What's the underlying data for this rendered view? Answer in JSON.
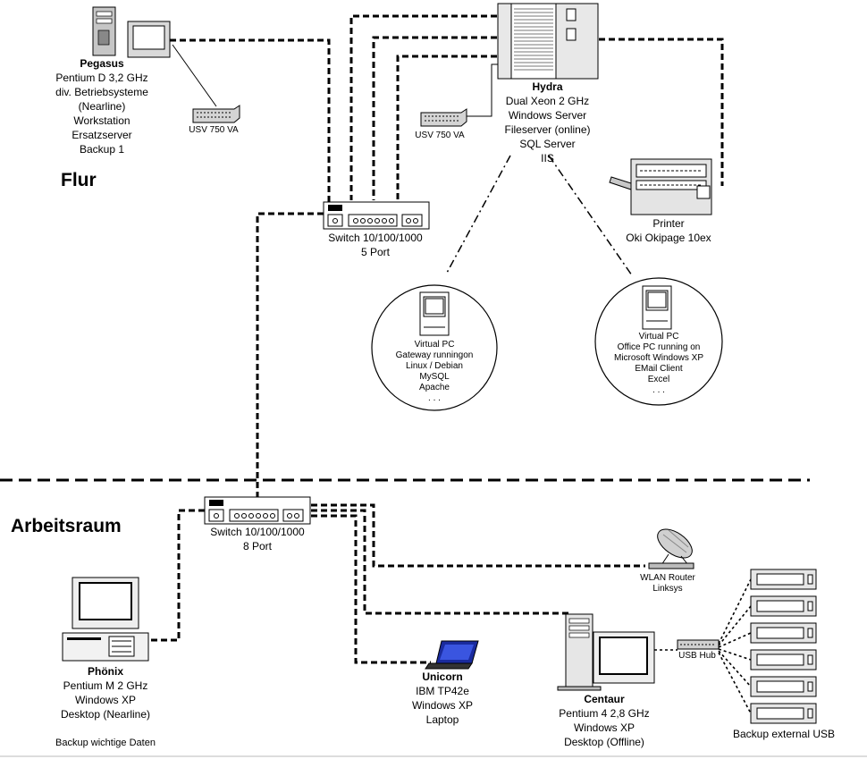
{
  "rooms": {
    "upper": "Flur",
    "lower": "Arbeitsraum"
  },
  "nodes": {
    "pegasus": {
      "name": "Pegasus",
      "lines": [
        "Pentium D 3,2 GHz",
        "div. Betriebsysteme",
        "(Nearline)",
        "Workstation",
        "Ersatzserver",
        "Backup 1"
      ]
    },
    "usv1": {
      "label": "USV 750 VA"
    },
    "usv2": {
      "label": "USV 750 VA"
    },
    "hydra": {
      "name": "Hydra",
      "lines": [
        "Dual Xeon 2  GHz",
        "Windows Server",
        "Fileserver (online)",
        "SQL Server",
        "IIS"
      ]
    },
    "printer": {
      "lines": [
        "Printer",
        "Oki Okipage 10ex"
      ]
    },
    "switch1": {
      "lines": [
        "Switch 10/100/1000",
        "5 Port"
      ]
    },
    "switch2": {
      "lines": [
        "Switch 10/100/1000",
        "8 Port"
      ]
    },
    "vpc1": {
      "lines": [
        "Virtual PC",
        "Gateway runningon",
        "Linux / Debian",
        "MySQL",
        "Apache",
        ". . ."
      ]
    },
    "vpc2": {
      "lines": [
        "Virtual PC",
        "Office PC running on",
        "Microsoft Windows XP",
        "EMail Client",
        "Excel",
        ". . ."
      ]
    },
    "wlan": {
      "lines": [
        "WLAN Router",
        "Linksys"
      ]
    },
    "phoenix": {
      "name": "Phönix",
      "lines": [
        "Pentium M 2 GHz",
        "Windows XP",
        "Desktop (Nearline)"
      ]
    },
    "backup_note": "Backup wichtige Daten",
    "unicorn": {
      "name": "Unicorn",
      "lines": [
        "IBM TP42e",
        "Windows XP",
        "Laptop"
      ]
    },
    "centaur": {
      "name": "Centaur",
      "lines": [
        "Pentium 4 2,8 GHz",
        "Windows XP",
        "Desktop (Offline)"
      ]
    },
    "usbhub": {
      "label": "USB Hub"
    },
    "backup_usb": {
      "label": "Backup external USB"
    }
  }
}
